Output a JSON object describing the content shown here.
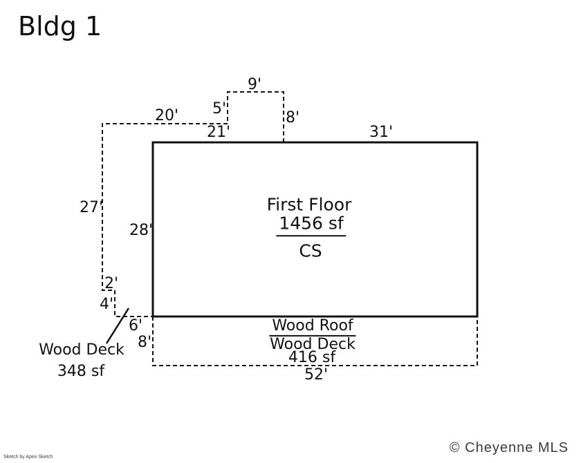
{
  "title": "Bldg 1",
  "floor": {
    "name": "First Floor",
    "area": "1456 sf",
    "code": "CS"
  },
  "deck_left": {
    "name": "Wood Deck",
    "area": "348 sf"
  },
  "roof_deck": {
    "line1": "Wood Roof",
    "line2": "Wood Deck",
    "area": "416 sf"
  },
  "dims": {
    "notch_top": "9'",
    "notch_left": "5'",
    "notch_right": "8'",
    "deck_top": "20'",
    "main_top_left": "21'",
    "main_top_right": "31'",
    "deck_left_side": "27'",
    "main_left_side": "28'",
    "step_2": "2'",
    "step_4": "4'",
    "step_6": "6'",
    "bottom_deck_left": "8'",
    "bottom_deck_width": "52'"
  },
  "footer": {
    "credit": "© Cheyenne MLS",
    "watermark": "Sketch by Apex Sketch"
  },
  "colors": {
    "line": "#111111",
    "credit_text": "#3b3b3b"
  }
}
